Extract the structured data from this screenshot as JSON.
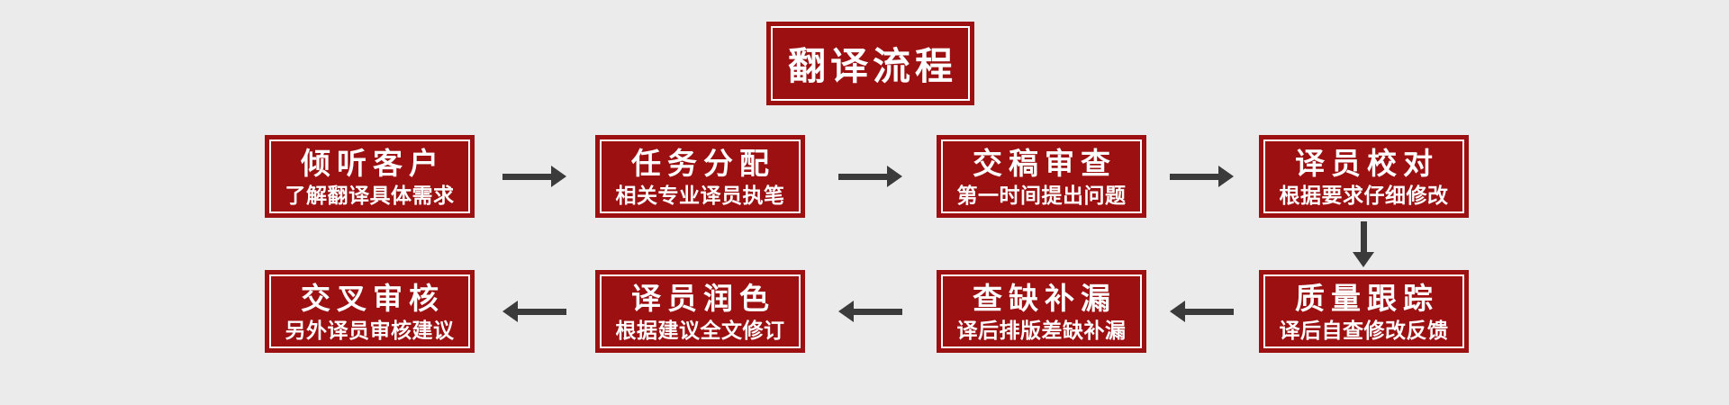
{
  "title": "翻译流程",
  "colors": {
    "background": "#ebebeb",
    "box_red": "#9c1012",
    "box_inner_line": "#ffffff",
    "text": "#ffffff",
    "arrow": "#3b3b3b"
  },
  "flow": {
    "steps": [
      {
        "title": "倾听客户",
        "subtitle": "了解翻译具体需求"
      },
      {
        "title": "任务分配",
        "subtitle": "相关专业译员执笔"
      },
      {
        "title": "交稿审查",
        "subtitle": "第一时间提出问题"
      },
      {
        "title": "译员校对",
        "subtitle": "根据要求仔细修改"
      },
      {
        "title": "质量跟踪",
        "subtitle": "译后自查修改反馈"
      },
      {
        "title": "查缺补漏",
        "subtitle": "译后排版差缺补漏"
      },
      {
        "title": "译员润色",
        "subtitle": "根据建议全文修订"
      },
      {
        "title": "交叉审核",
        "subtitle": "另外译员审核建议"
      }
    ]
  }
}
